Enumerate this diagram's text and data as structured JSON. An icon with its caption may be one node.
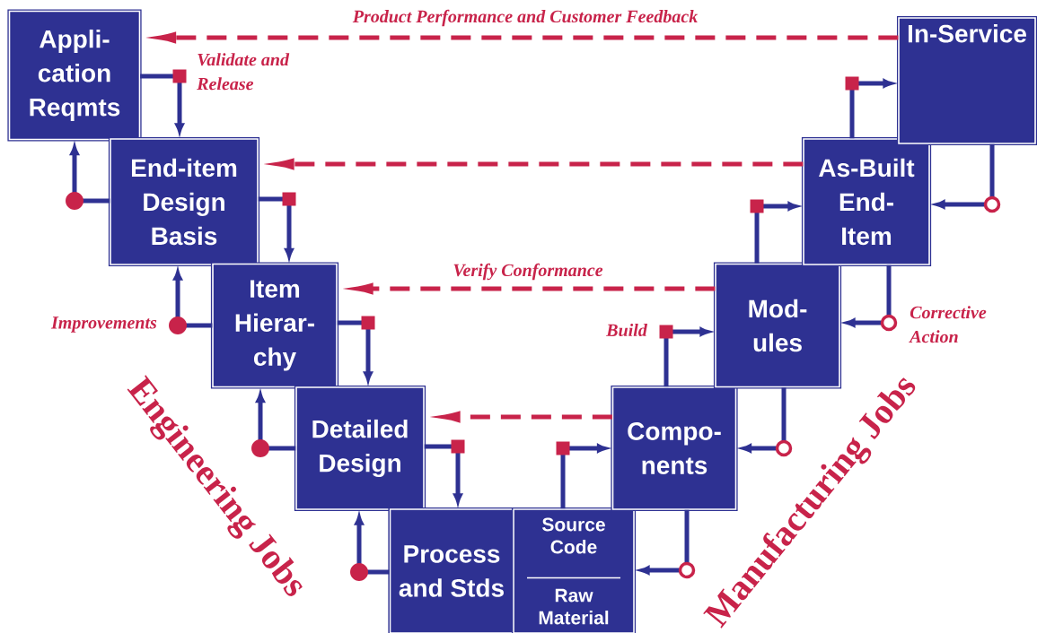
{
  "diagram": {
    "nodes": [
      {
        "text": [
          "Appli- cation Reqmts"
        ]
      },
      {
        "text": [
          "End-item Design Basis"
        ]
      },
      {
        "text": [
          "Item Hierar- chy"
        ]
      },
      {
        "text": [
          "Detailed Design"
        ]
      },
      {
        "text": [
          "Process and Stds"
        ]
      },
      {
        "text": [
          "Source Code",
          "Raw Material"
        ]
      },
      {
        "text": [
          "Compo- nents"
        ]
      },
      {
        "text": [
          "Mod- ules"
        ]
      },
      {
        "text": [
          "As-Built End- Item"
        ]
      },
      {
        "text": [
          "In-Service"
        ]
      }
    ],
    "edges": [
      {
        "from": 0,
        "to": 1,
        "arrow": "to"
      },
      {
        "from": 1,
        "to": 2,
        "arrow": "to"
      },
      {
        "from": 2,
        "to": 3,
        "arrow": "to"
      },
      {
        "from": 3,
        "to": 4,
        "arrow": "to"
      },
      {
        "from": 1,
        "to": 0,
        "arrow": "to"
      },
      {
        "from": 2,
        "to": 1,
        "arrow": "to"
      },
      {
        "from": 3,
        "to": 2,
        "arrow": "to"
      },
      {
        "from": 4,
        "to": 3,
        "arrow": "to"
      },
      {
        "from": 5,
        "to": 6,
        "arrow": "to"
      },
      {
        "from": 6,
        "to": 7,
        "arrow": "to"
      },
      {
        "from": 7,
        "to": 8,
        "arrow": "to"
      },
      {
        "from": 8,
        "to": 9,
        "arrow": "to"
      },
      {
        "from": 9,
        "to": 8,
        "arrow": "to"
      },
      {
        "from": 8,
        "to": 7,
        "arrow": "to"
      },
      {
        "from": 7,
        "to": 6,
        "arrow": "to"
      },
      {
        "from": 6,
        "to": 5,
        "arrow": "to"
      },
      {
        "from": 9,
        "to": 0,
        "arrow": "to",
        "label": "Product Performance and Customer Feedback",
        "style": "dashed",
        "color": "#c8234a"
      },
      {
        "from": 8,
        "to": 1,
        "arrow": "to",
        "style": "dashed",
        "color": "#c8234a"
      },
      {
        "from": 7,
        "to": 2,
        "arrow": "to",
        "label": "Verify Conformance",
        "style": "dashed",
        "color": "#c8234a"
      },
      {
        "from": 6,
        "to": 3,
        "arrow": "to",
        "style": "dashed",
        "color": "#c8234a"
      }
    ],
    "labels": [
      "Validate and Release",
      "Improvements",
      "Build",
      "Corrective Action",
      "Engineering Jobs",
      "Manufacturing Jobs"
    ]
  }
}
